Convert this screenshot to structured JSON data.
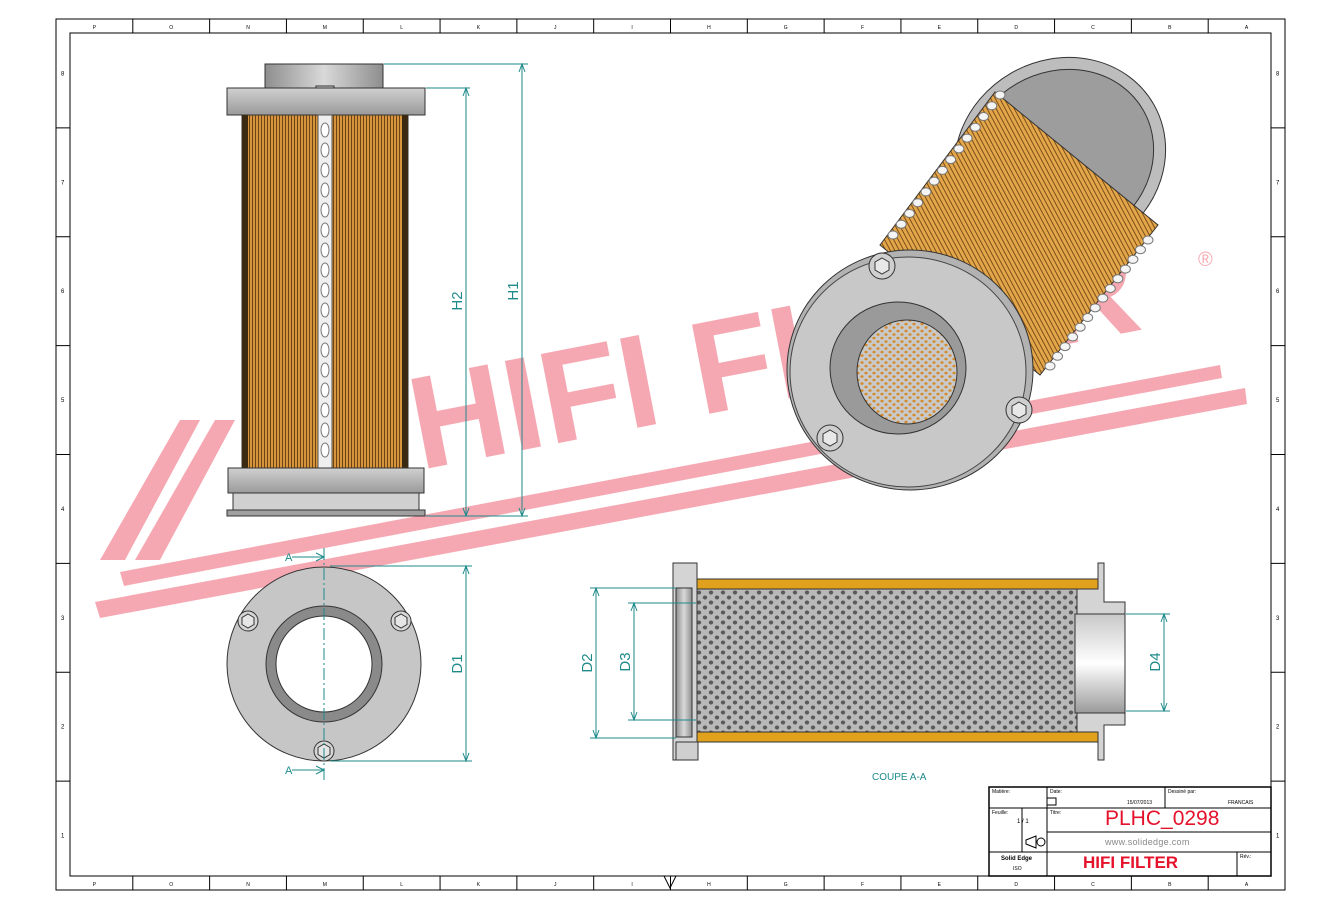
{
  "watermark": {
    "text": "HIFI FILTER",
    "registered": "®",
    "color": "#e8334a"
  },
  "dimensions": {
    "h1": "H1",
    "h2": "H2",
    "d1": "D1",
    "d2": "D2",
    "d3": "D3",
    "d4": "D4",
    "section_mark": "A"
  },
  "section_caption": "COUPE A-A",
  "border": {
    "top_ticks": [
      "P",
      "O",
      "N",
      "M",
      "L",
      "K",
      "J",
      "I",
      "H",
      "G",
      "F",
      "E",
      "D",
      "C",
      "B",
      "A"
    ],
    "left_numbers": [
      "8",
      "7",
      "6",
      "5",
      "4",
      "3",
      "2",
      "1"
    ],
    "right_numbers": [
      "8",
      "7",
      "6",
      "5",
      "4",
      "3",
      "2",
      "1"
    ]
  },
  "title_block": {
    "material_label": "Matière:",
    "date_label": "Date:",
    "date_value": "15/07/2013",
    "drawn_by_label": "Dessiné par:",
    "drawn_by_value": "FRANCAIS",
    "sheet_label": "Feuille:",
    "sheet_value": "1 / 1",
    "title_label": "Titre:",
    "part_number": "PLHC_0298",
    "website": "www.solidedge.com",
    "software": "Solid Edge",
    "standard": "ISO",
    "company": "HIFI FILTER",
    "revision_label": "Rév.:"
  },
  "colors": {
    "accent_red": "#e5122b",
    "dimension_teal": "#1f8a8a",
    "paper_orange": "#d89a3c",
    "metal_grey": "#a8a8a8"
  }
}
